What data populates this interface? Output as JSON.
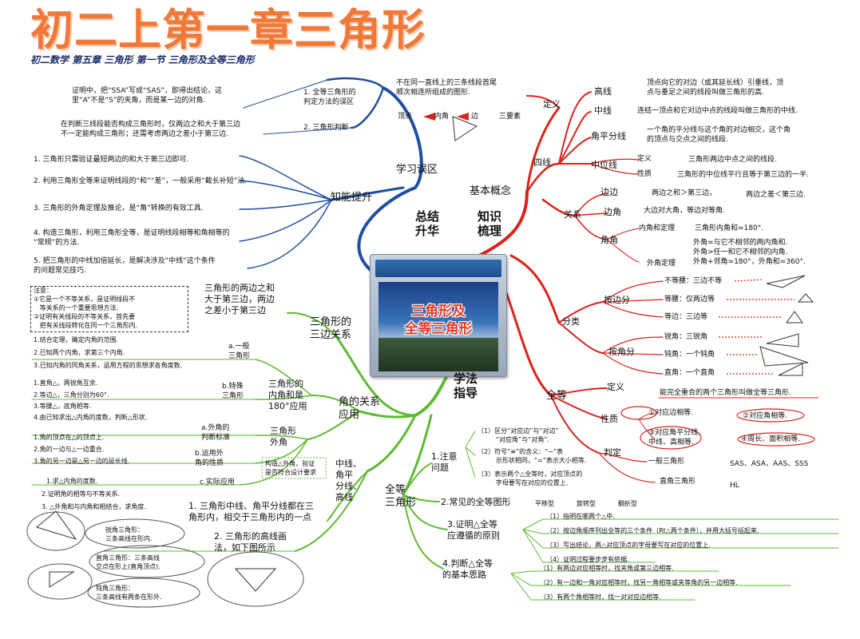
{
  "title": "初二上第一章三角形",
  "subtitle": "初二数学  第五章  三角形    第一节  三角形及全等三角形",
  "center_label": "三角形及\n全等三角形",
  "hubs": {
    "summary": "总结\n升华",
    "knowledge": "知识\n梳理",
    "method": "学法\n指导"
  },
  "summary_branch": {
    "xuexi": "学习误区",
    "tisheng": "知能提升",
    "wuqu1_label": "1. 全等三角形的\n判定方法的误区",
    "wuqu1_text": "证明中，把“SSA”写成“SAS”，即得出结论，这\n里“A”不是“S”的夹角，而是某一边的对角.",
    "wuqu2_label": "2. 三角形判断",
    "wuqu2_text": "在判断三线段能否构成三角形时，仅两边之和大于第三边\n不一定能构成三角形；还需考虑两边之差小于第三边.",
    "tisheng_items": [
      "1. 三角形只需验证最短两边的和大于第三边即可.",
      "2. 利用三角形全等来证明线段的“和”“差”，一般采用“截长补短”法.",
      "3. 三角形的外角定理及推论，是“角”转换的有效工具.",
      "4. 构造三角形，利用三角形全等，是证明线段相等和角相等的\n“常规”的方法.",
      "5. 把三角形的中线加倍延长，是解决涉及“中线”这个条件\n的问题常见技巧."
    ]
  },
  "knowledge_branch": {
    "jiben": "基本概念",
    "dingyi": "定义",
    "dingyi_text": "不在同一直线上的三条线段首尾\n顺次相连所组成的图形.",
    "sanyaosu": "三要素",
    "dingdian": "顶点",
    "jiao": "内角",
    "bian": "边",
    "sixian": "四线",
    "gaoxian": "高线",
    "gaoxian_text": "顶点向它的对边（或其延长线）引垂线，顶\n点与垂足之间的线段叫做三角形的高.",
    "zhongxian": "中线",
    "zhongxian_text": "连结一顶点和它对边中点的线段叫做三角形的中线.",
    "jiaopingfen": "角平分线",
    "jiaopingfen_text": "一个角的平分线与这个角的对边相交，这个角\n的顶点与交点之间的线段.",
    "zhongweixian": "中位线",
    "zwx_dingyi": "定义",
    "zwx_dingyi_text": "三角形两边中点之间的线段.",
    "zwx_xingzhi": "性质",
    "zwx_xingzhi_text": "三角形的中位线平行且等于第三边的一半.",
    "guanxi": "关系",
    "bianbian": "边边",
    "bianbian_text1": "两边之和＞第三边，",
    "bianbian_text2": "两边之差＜第三边.",
    "bianjiao": "边角",
    "bianjiao_text": "大边对大角，等边对等角.",
    "jiaojiao": "角角",
    "neijiaohe": "内角和定理",
    "neijiaohe_text": "三角形内角和=180°.",
    "waijiao": "外角定理",
    "waijiao_text": "外角=与它不相邻的两内角和.\n外角>任一和它不相邻的内角.\n外角+邻角=180°，外角和=360°.",
    "fenlei": "分类",
    "anbian": "按边分",
    "budengyao": "不等腰：三边不等",
    "dengyao": "等腰：仅两边等",
    "dengbian": "等边：三边等",
    "anjiao": "按角分",
    "ruijiao": "锐角：三锐角",
    "dunjiao": "钝角：一个钝角",
    "zhijiao": "直角：一个直角",
    "quandeng": "全等",
    "qd_dingyi": "定义",
    "qd_dingyi_text": "能完全重合的两个三角形叫做全等三角形.",
    "qd_xingzhi": "性质",
    "qd_x1": "①对应边相等.",
    "qd_x2": "②对应角相等.",
    "qd_x3": "③对应角平分线、\n中线、高相等.",
    "qd_x4": "④周长、面积相等.",
    "qd_panding": "判定",
    "yiban": "一般三角形",
    "yiban_text": "SAS、ASA、AAS、SSS",
    "zhijiao_sjx": "直角三角形",
    "zhijiao_text": "HL"
  },
  "method_branch": {
    "sanbian": "三角形的\n三边关系",
    "sanbian_text": "三角形的两边之和\n大于第三边，两边\n之差小于第三边",
    "zhuyi": "注意：\n①它是一个不等关系，是证明线段不\n   等关系的一个重要思想方法.\n②证明有关线段的不等关系，首先要\n   把有关线段转化在同一个三角形内.",
    "jiao_guanxi": "角的关系\n应用",
    "neijiaohe": "三角形的\n内角和是\n180°应用",
    "a_yiban": "a.一般\n三角形",
    "a_items": [
      "1.结合定理，确定内角的范围.",
      "2.已知两个内角，求第三个内角.",
      "3.已知内角的同角关系，运用方程的思想求各角度数."
    ],
    "b_teshu": "b.特殊\n三角形",
    "b_items": [
      "1.直角△，两锐角互余.",
      "2.等边△，三角分别为60°.",
      "3.等腰△，底角相等.",
      "4.由已知求出△内角的度数，判断△形状."
    ],
    "waijiao": "三角形\n外角",
    "wa_label": "a.外角的\n判断标准",
    "wa_items": [
      "1.角的顶点在△的顶点上.",
      "2.角的一边与△一边重合.",
      "3.角的另一边是△另一边的延长线."
    ],
    "wb_label": "b.运用外\n角的性质",
    "wc_label": "c.实际应用",
    "yanzheng": "构造△外角，验证\n是否符合设计要求",
    "wb_items": [
      "1.求△内角的度数.",
      "2.证明角的相等与不等关系.",
      "3. △外角和与内角和相结合，求角度."
    ],
    "sanxian": "中线、\n角平\n分线、\n高线",
    "sx1": "1. 三角形中线、角平分线都在三\n角形内，相交于三角形内的一点",
    "sx2": "2. 三角形的高线画\n法，如下图所示",
    "ruijiao_gx": "锐角三角形：\n三条高线在形内.",
    "zhijiao_gx": "直角三角形：三条高线\n交点在形上(直角顶点).",
    "dunjiao_gx": "钝角三角形：\n三条高线有两条在形外.",
    "quandeng": "全等\n三角形",
    "q1": "1.注意\n问题",
    "q1_items": [
      "（1）区分“对应边”与“对边”\n         “对应角”与“对角”.",
      "（2）符号“≌”的含义：“∽”表\n         示形状相同，“=”表示大小相等.",
      "（3）表示两个△全等时，对应顶点的\n         字母要写在对应的位置上."
    ],
    "q2": "2.常见的全等图形",
    "q2_items": [
      "平移型",
      "旋转型",
      "翻折型"
    ],
    "q3": "3.证明△全等\n应遵循的原则",
    "q3_items": [
      "（1）指明在哪两个△中.",
      "（2）按边角顺序列出全等的三个条件（Rt△两个条件），并用大括号括起来.",
      "（3）写出结论，两△对应顶点的字母要写在对应的位置上.",
      "（4）证明过程要步步有依据."
    ],
    "q4": "4.判断△全等\n的基本思路",
    "q4_items": [
      "（1）有两边对应相等时，找夹角或第三边相等.",
      "（2）有一边和一角对应相等时，找另一角相等或夹等角的另一边相等.",
      "（3）有两个角相等时，找一对对应边相等."
    ]
  },
  "colors": {
    "blue_branch": "#1f4fa0",
    "red_branch": "#d8231c",
    "green_branch": "#5dbb2f",
    "title_orange": "#f0793a"
  }
}
